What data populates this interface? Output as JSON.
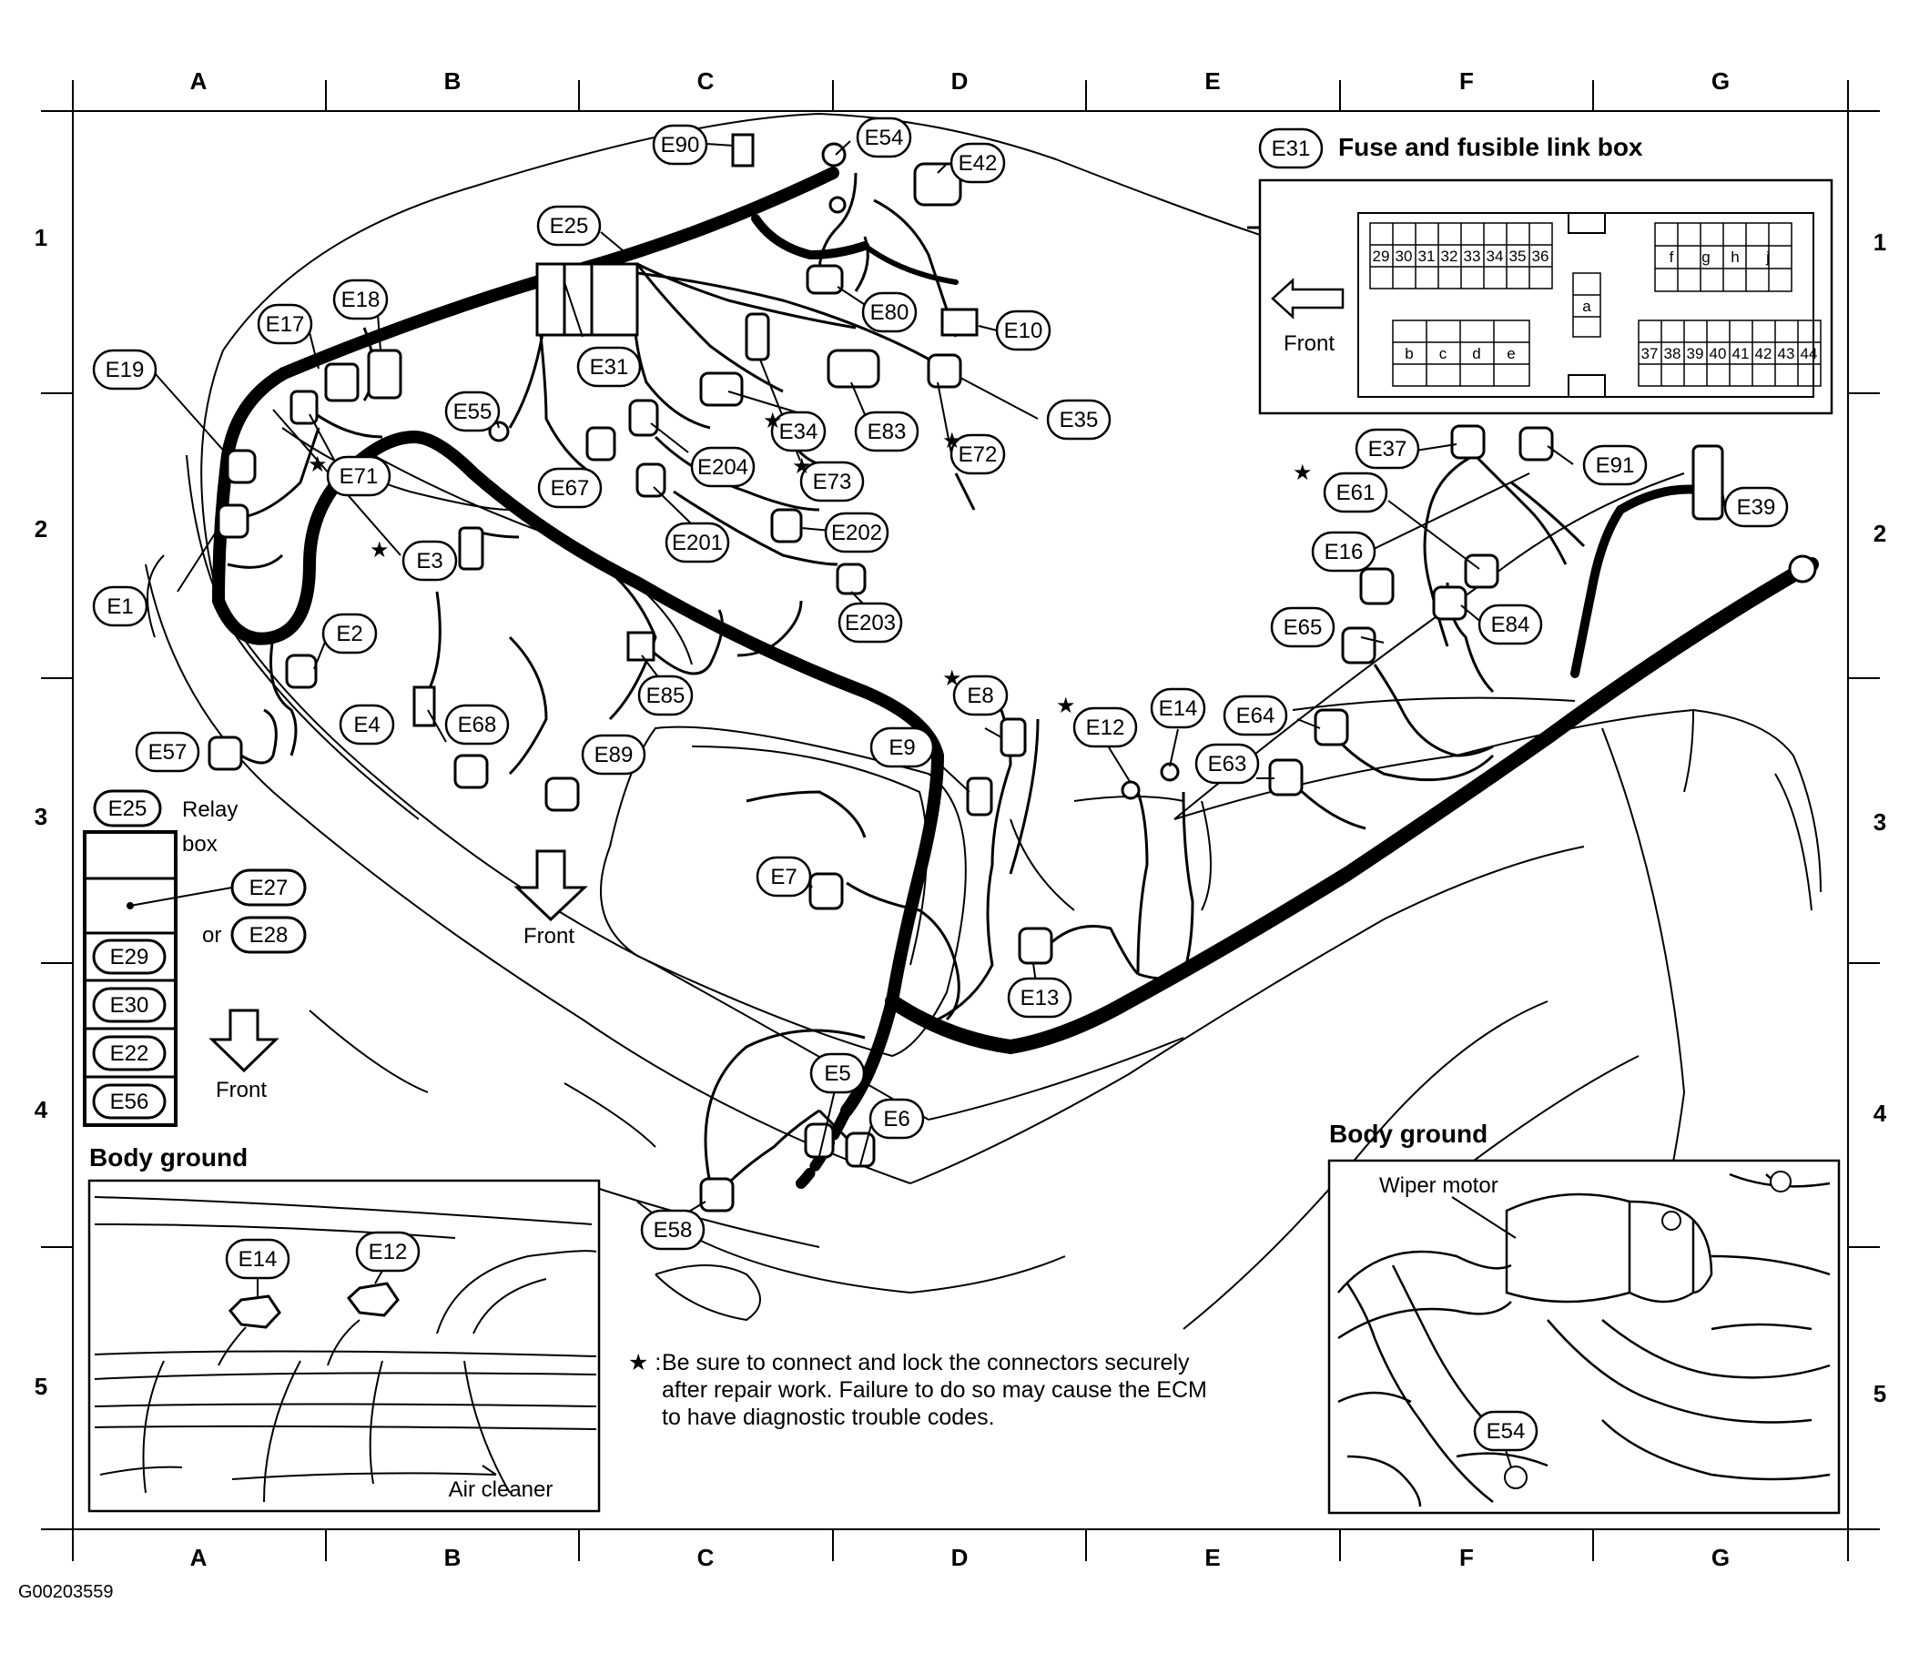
{
  "grid": {
    "columns": [
      "A",
      "B",
      "C",
      "D",
      "E",
      "F",
      "G"
    ],
    "rows": [
      "1",
      "2",
      "3",
      "4",
      "5"
    ]
  },
  "connectors": {
    "E90": "E90",
    "E54": "E54",
    "E42": "E42",
    "E25": "E25",
    "E80": "E80",
    "E10": "E10",
    "E18": "E18",
    "E17": "E17",
    "E19": "E19",
    "E31": "E31",
    "E55": "E55",
    "E34": "E34",
    "E83": "E83",
    "E72": "E72",
    "E35": "E35",
    "E204": "E204",
    "E73": "E73",
    "E71": "E71",
    "E67": "E67",
    "E201": "E201",
    "E202": "E202",
    "E3": "E3",
    "E203": "E203",
    "E1": "E1",
    "E2": "E2",
    "E85": "E85",
    "E8": "E8",
    "E4": "E4",
    "E68": "E68",
    "E89": "E89",
    "E57": "E57",
    "E9": "E9",
    "E12": "E12",
    "E14": "E14",
    "E7": "E7",
    "E13": "E13",
    "E5": "E5",
    "E6": "E6",
    "E58": "E58",
    "E37": "E37",
    "E91": "E91",
    "E61": "E61",
    "E39": "E39",
    "E16": "E16",
    "E65": "E65",
    "E84": "E84",
    "E64": "E64",
    "E63": "E63"
  },
  "fuse_box": {
    "code": "E31",
    "title": "Fuse and fusible link box",
    "front": "Front",
    "top_left_nums": [
      "29",
      "30",
      "31",
      "32",
      "33",
      "34",
      "35",
      "36"
    ],
    "top_right_letters": [
      "f",
      "g",
      "h",
      "j"
    ],
    "mid_letter": "a",
    "bottom_left_letters": [
      "b",
      "c",
      "d",
      "e"
    ],
    "bottom_right_nums": [
      "37",
      "38",
      "39",
      "40",
      "41",
      "42",
      "43",
      "44"
    ]
  },
  "relay_box": {
    "code": "E25",
    "label_line1": "Relay",
    "label_line2": "box",
    "alt_code_1": "E27",
    "or_text": "or",
    "alt_code_2": "E28",
    "items": [
      "E29",
      "E30",
      "E22",
      "E56"
    ],
    "front": "Front"
  },
  "front_arrow_main": "Front",
  "body_ground_left": {
    "title": "Body ground",
    "connector_1": "E14",
    "connector_2": "E12",
    "caption": "Air cleaner"
  },
  "body_ground_right": {
    "title": "Body ground",
    "caption": "Wiper motor",
    "connector": "E54"
  },
  "note": {
    "star": "★ :",
    "line1": "Be sure to connect and lock the connectors securely",
    "line2": "after repair work. Failure to do so may cause the ECM",
    "line3": "to have diagnostic trouble codes."
  },
  "figure_id": "G00203559"
}
